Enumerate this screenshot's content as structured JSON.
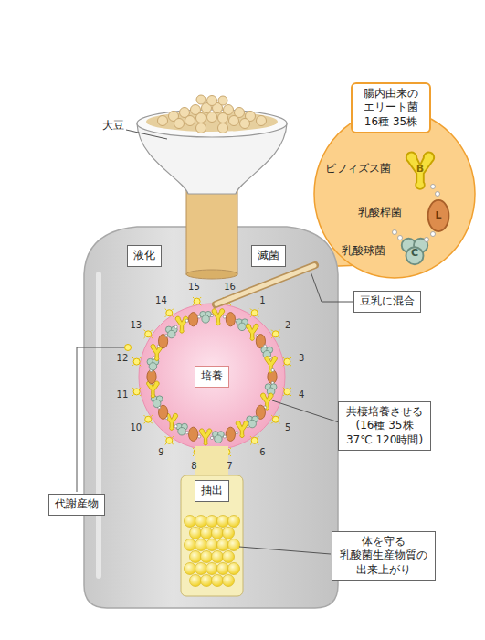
{
  "diagram": {
    "nodes": [
      {
        "text": [
          "腸内由来の エリート菌 16種 35株"
        ]
      },
      {
        "text": [
          "液化"
        ]
      },
      {
        "text": [
          "滅菌"
        ]
      },
      {
        "text": [
          "豆乳に混合"
        ]
      },
      {
        "text": [
          "培養"
        ]
      },
      {
        "text": [
          "共棲培養させる",
          "(16種 35株 37℃ 120時間)"
        ]
      },
      {
        "text": [
          "代謝産物"
        ]
      },
      {
        "text": [
          "抽出"
        ]
      },
      {
        "text": [
          "体を守る 乳酸菌生産物質の 出来上がり"
        ]
      }
    ],
    "labels": [
      "大豆",
      "ビフィズス菌",
      "乳酸桿菌",
      "乳酸球菌",
      "B",
      "L",
      "C",
      "1",
      "2",
      "3",
      "4",
      "5",
      "6",
      "7",
      "8",
      "9",
      "10",
      "11",
      "12",
      "13",
      "14",
      "15",
      "16"
    ]
  }
}
